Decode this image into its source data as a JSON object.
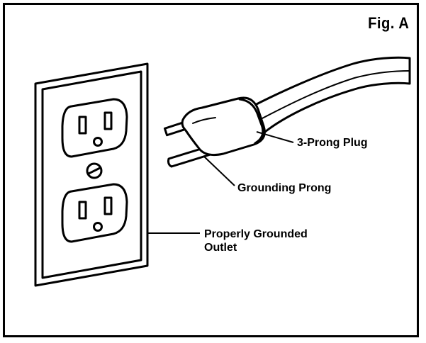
{
  "figure": {
    "label": "Fig. A"
  },
  "callouts": {
    "plug": "3-Prong Plug",
    "grounding_prong": "Grounding Prong",
    "outlet_line1": "Properly Grounded",
    "outlet_line2": "Outlet"
  },
  "colors": {
    "ink": "#000000",
    "paper": "#ffffff"
  }
}
